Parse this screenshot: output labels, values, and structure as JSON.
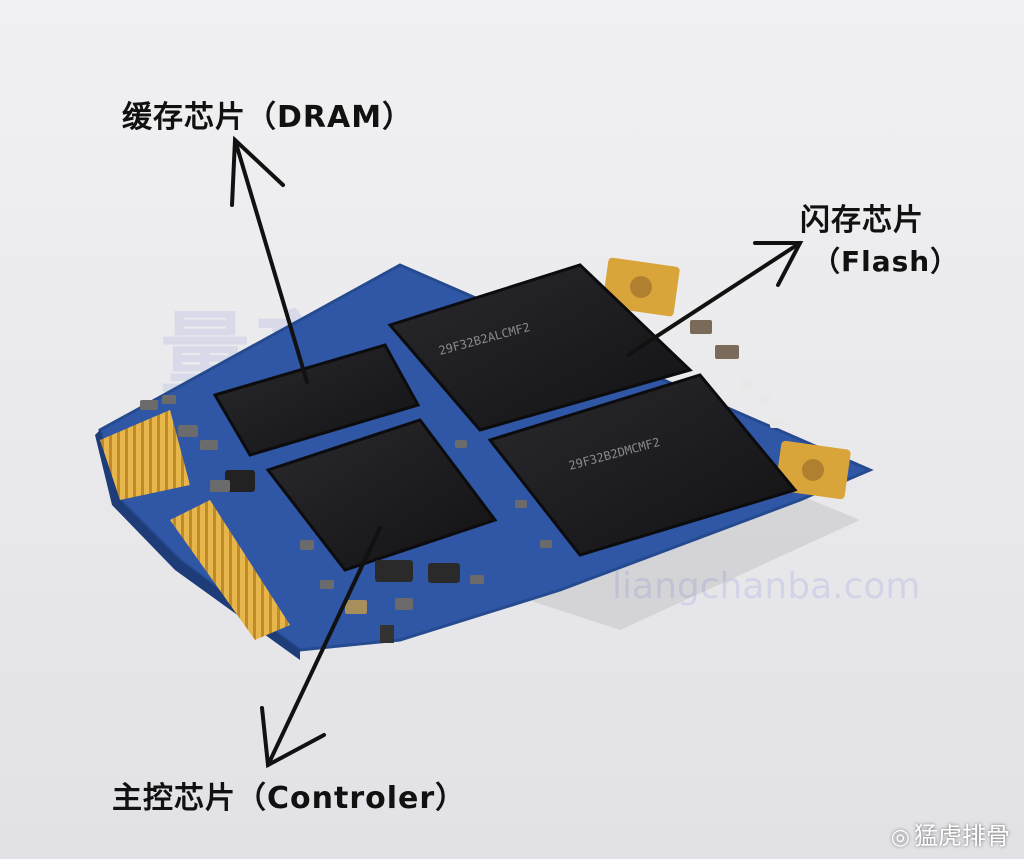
{
  "labels": {
    "dram": "缓存芯片（DRAM）",
    "flash_line1": "闪存芯片",
    "flash_line2": "（Flash）",
    "controller": "主控芯片（Controler）"
  },
  "chip_marks": {
    "flash_top": "29F32B2ALCMF2",
    "flash_bottom": "29F32B2DMCMF2"
  },
  "watermarks": {
    "bg_url": "liangchanba.com",
    "corner": "猛虎排骨"
  },
  "colors": {
    "background": "#e9e9eb",
    "pcb": "#2f57a6",
    "chip": "#1b1b1d",
    "gold": "#d9a53a",
    "arrow": "#111111"
  }
}
